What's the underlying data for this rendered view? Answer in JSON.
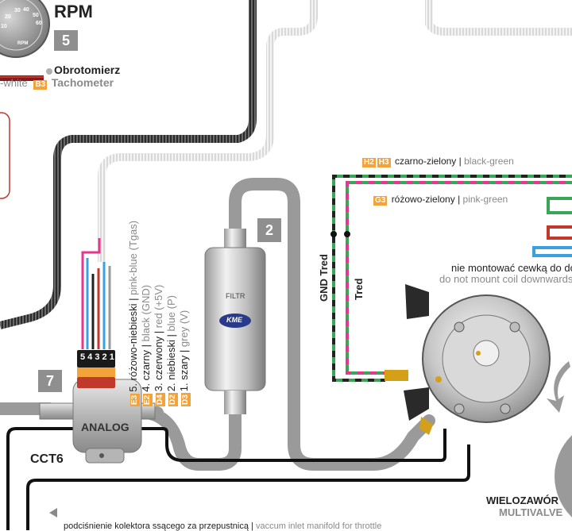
{
  "tachometer": {
    "dial_numbers": [
      "30",
      "40",
      "50",
      "60",
      "20",
      "10"
    ],
    "dial_label": "RPM",
    "title": "RPM",
    "number": "5",
    "name_pl": "Obrotomierz",
    "name_en": "Tachometer",
    "wire_label": "-white",
    "wire_code": "B3"
  },
  "connector": {
    "pins": "5 4 3 2 1",
    "wires": [
      {
        "code": "E3",
        "pl": "5. różowo-niebieski",
        "en": "pink-blue  (Tgas)"
      },
      {
        "code": "E2",
        "pl": "4. czarny",
        "en": "black  (GND)"
      },
      {
        "code": "D4",
        "pl": "3. czerwony",
        "en": "red  (+5V)"
      },
      {
        "code": "D2",
        "pl": "2. niebieski",
        "en": "blue  (P)"
      },
      {
        "code": "D3",
        "pl": "1. szary",
        "en": "grey  (V)"
      }
    ]
  },
  "filter": {
    "number": "2",
    "label": "FILTR",
    "brand": "KME"
  },
  "map_sensor": {
    "number": "7",
    "label": "ANALOG",
    "model": "CCT6"
  },
  "top_right_wires": [
    {
      "codes": [
        "H2",
        "H3"
      ],
      "pl": "czarno-zielony",
      "en": "black-green"
    },
    {
      "codes": [
        "G3"
      ],
      "pl": "różowo-zielony",
      "en": "pink-green"
    }
  ],
  "coil_labels": {
    "gnd": "GND Tred",
    "tred": "Tred"
  },
  "warning": {
    "pl": "nie montować cewką do dołu",
    "en": "do not mount coil downwards"
  },
  "multivalve": {
    "pl": "WIELOZAWÓR",
    "en": "MULTIVALVE"
  },
  "bottom_note": {
    "pl": "podciśnienie kolektora ssącego za przepustnicą",
    "en": "vaccum inlet manifold for throttle"
  },
  "colors": {
    "accent_orange": "#f4a23a",
    "hose_grey": "#9a9a9a",
    "wire_black": "#222222",
    "wire_green": "#3aa655",
    "wire_pink": "#e8368f",
    "wire_red": "#c0392b",
    "wire_blue": "#3aa0e0",
    "alert_red": "#c0392b"
  }
}
